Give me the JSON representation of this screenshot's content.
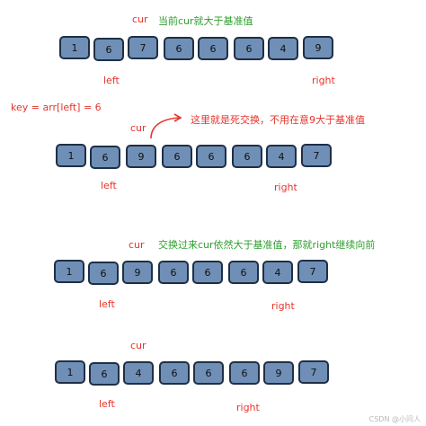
{
  "diagram": {
    "step1": {
      "cur": "cur",
      "note": "当前cur就大于基准值",
      "cells": [
        "1",
        "6",
        "7",
        "6",
        "6",
        "6",
        "4",
        "9"
      ],
      "left": "left",
      "right": "right"
    },
    "key_label": "key = arr[left] = 6",
    "step2": {
      "cur": "cur",
      "note": "这里就是死交换，不用在意9大于基准值",
      "cells": [
        "1",
        "6",
        "9",
        "6",
        "6",
        "6",
        "4",
        "7"
      ],
      "left": "left",
      "right": "right"
    },
    "step3": {
      "cur": "cur",
      "note": "交换过来cur依然大于基准值，那就right继续向前",
      "cells": [
        "1",
        "6",
        "9",
        "6",
        "6",
        "6",
        "4",
        "7"
      ],
      "left": "left",
      "right": "right"
    },
    "step4": {
      "cur": "cur",
      "cells": [
        "1",
        "6",
        "4",
        "6",
        "6",
        "6",
        "9",
        "7"
      ],
      "left": "left",
      "right": "right"
    },
    "watermark": "CSDN @小问人",
    "colors": {
      "cell_fill": "#6f8fb6",
      "cell_border": "#1f2f45",
      "pointer_text": "#e8332c",
      "note_text": "#2f9e2f"
    }
  }
}
